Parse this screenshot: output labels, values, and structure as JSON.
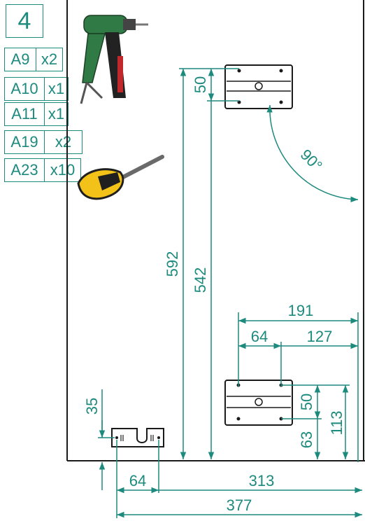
{
  "step": {
    "number": "4"
  },
  "parts": [
    {
      "id": "A9",
      "qty": "x2"
    },
    {
      "id": "A10",
      "qty": "x1"
    },
    {
      "id": "A11",
      "qty": "x1"
    },
    {
      "id": "A19",
      "qty": "x2"
    },
    {
      "id": "A23",
      "qty": "x10"
    }
  ],
  "tools": [
    {
      "icon": "power-drill-icon"
    },
    {
      "icon": "screwdriver-icon"
    }
  ],
  "dimensions": {
    "top_bracket_offset": "50",
    "overall_height": "592",
    "top_bracket_height": "542",
    "angle": "90°",
    "right_offset": "191",
    "hole_spacing": "64",
    "remaining_width": "127",
    "lower_bracket_hole_gap": "50",
    "lower_bracket_height": "113",
    "lower_bracket_base": "63",
    "small_bracket_height": "35",
    "small_bracket_spacing": "64",
    "small_to_right": "313",
    "overall_width": "377"
  },
  "colors": {
    "line": "#1d8a7e",
    "panel": "#1a1a1a"
  }
}
